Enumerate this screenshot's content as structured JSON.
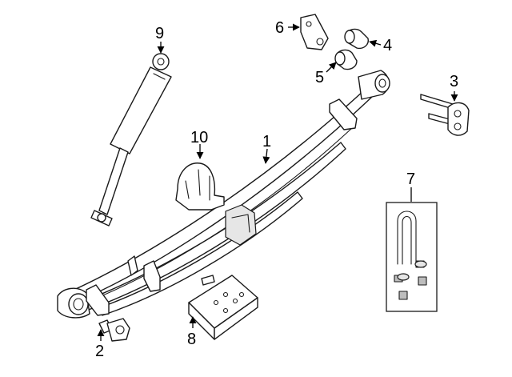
{
  "callouts": {
    "c1": "1",
    "c2": "2",
    "c3": "3",
    "c4": "4",
    "c5": "5",
    "c6": "6",
    "c7": "7",
    "c8": "8",
    "c9": "9",
    "c10": "10"
  },
  "colors": {
    "line": "#1a1a1a",
    "fill": "#ffffff",
    "shade": "#e6e6e6"
  }
}
